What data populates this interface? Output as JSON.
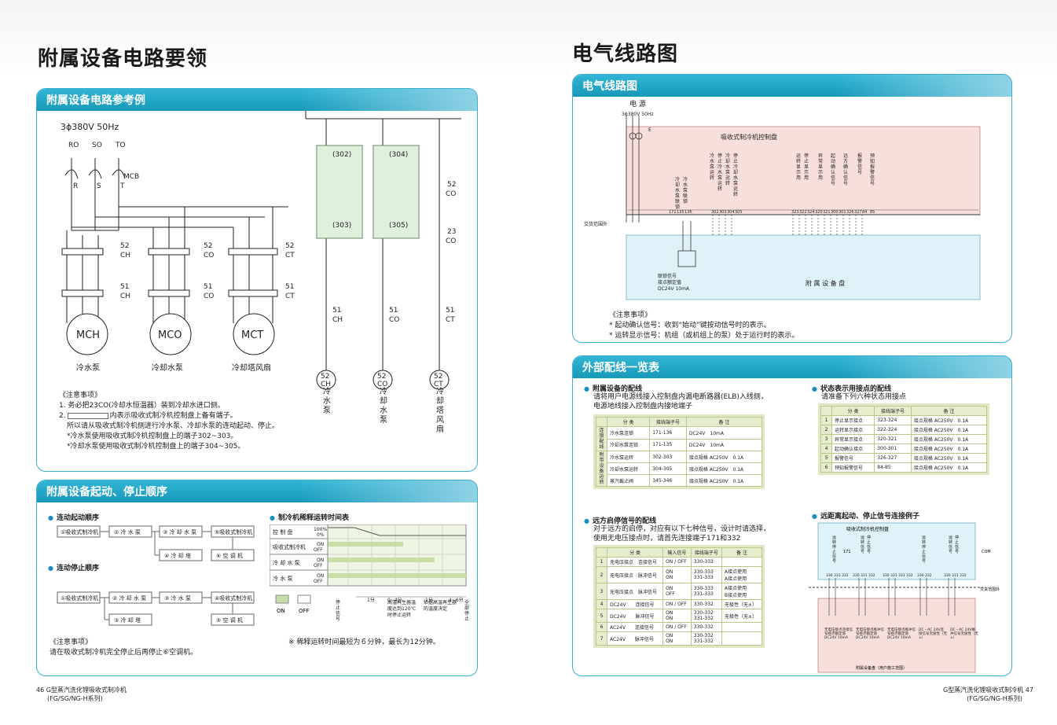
{
  "left": {
    "title": "附属设备电路要领",
    "section1": {
      "header": "附属设备电路参考例",
      "power": "3ϕ380V 50Hz",
      "phases": [
        "RO",
        "SO",
        "TO"
      ],
      "mcb": "MCB",
      "rst": [
        "R",
        "S",
        "T"
      ],
      "motors": [
        {
          "code": "MCH",
          "name": "冷水泵",
          "c52": [
            "52",
            "CH"
          ],
          "c51": [
            "51",
            "CH"
          ]
        },
        {
          "code": "MCO",
          "name": "冷却水泵",
          "c52": [
            "52",
            "CO"
          ],
          "c51": [
            "51",
            "CO"
          ]
        },
        {
          "code": "MCT",
          "name": "冷却塔风扇",
          "c52": [
            "52",
            "CT"
          ],
          "c51": [
            "51",
            "CT"
          ]
        }
      ],
      "ctrl": {
        "t302": "(302)",
        "t303": "(303)",
        "t304": "(304)",
        "t305": "(305)",
        "c52co": [
          "52",
          "CO"
        ],
        "c23co": [
          "23",
          "CO"
        ],
        "ol": [
          [
            "51",
            "CH"
          ],
          [
            "51",
            "CO"
          ],
          [
            "51",
            "CT"
          ]
        ],
        "coils": [
          [
            "52",
            "CH"
          ],
          [
            "52",
            "CO"
          ],
          [
            "52",
            "CT"
          ]
        ],
        "labels": [
          "冷水泵",
          "冷却水泵",
          "冷却塔风扇"
        ]
      },
      "notes_title": "《注意事项》",
      "notes": [
        "1. 务必把23CO(冷却水恒温器）装到冷却水进口侧。",
        "2.",
        "内表示吸收式制冷机控制盘上备有端子。",
        "所以请从吸收式制冷机侧进行冷水泵、冷却水泵的连动起动、停止。",
        "*冷水泵使用吸收式制冷机控制盘上的端子302~303。",
        "*冷却水泵使用吸收式制冷机控制盘上的端子304~305。"
      ]
    },
    "section2": {
      "header": "附属设备起动、停止顺序",
      "start_title": "连动起动顺序",
      "start_steps": [
        "①吸收式制冷机",
        "② 冷 水 泵",
        "③ 冷 却 水 泵",
        "⑤吸收式制冷机",
        "④ 冷 却 塔",
        "⑥ 空 调 机"
      ],
      "stop_title": "连动停止顺序",
      "stop_steps": [
        "①吸收式制冷机",
        "② 冷 却 水 泵",
        "③ 冷 水 泵",
        "④吸收式制冷机",
        "③ 冷 却 塔",
        "⑤ 空 调 机"
      ],
      "chart_title": "制冷机稀释运转时间表",
      "rows": [
        "控 制 盘",
        "吸收式制冷机",
        "冷 却 水 泵",
        "冷 水 泵"
      ],
      "row_states": [
        [
          "100%",
          "0%"
        ],
        [
          "ON",
          "OFF"
        ],
        [
          "ON",
          "OFF"
        ],
        [
          "ON",
          "OFF"
        ]
      ],
      "legend": [
        "ON",
        "OFF"
      ],
      "stop_sig": "停止信号",
      "t1": "1分",
      "t2": "0~4分",
      "t2_desc": "高温再生器温度达到120℃时停止运转",
      "t3": "1分",
      "t4": "4~6分",
      "t4_desc": "依据高温再生器的温度决定",
      "end": "全部停止",
      "notes_title": "《注意事项》",
      "note": "请在吸收式制冷机完全停止后再停止⑥空调机。",
      "dilution_note": "※ 稀释运转时间最短为６分钟，最长为12分钟。"
    },
    "footer": {
      "page": "46",
      "line1": "G型蒸汽洗化锂吸收式制冷机",
      "line2": "(FG/SG/NG-H系列)"
    }
  },
  "right": {
    "title": "电气线路图",
    "section1": {
      "header": "电气线路图",
      "power_title": "电 源",
      "power_spec": "3ϕ380V  50Hz",
      "earth": "E",
      "panel_title": "吸收式制冷机控制盘",
      "signals_a": [
        "冷水泵运转",
        "停止冷水泵运转",
        "冷却水泵运转",
        "停止冷却水泵运转"
      ],
      "signals_b": [
        "冷却水泵联锁",
        "冷水泵联锁"
      ],
      "signals_c": [
        "运转显示用",
        "停止显示用",
        "异常显示用",
        "起动确认信号",
        "远方确认信号",
        "报警信号",
        "预知报警信号"
      ],
      "terminals": [
        "171",
        "135",
        "136",
        "302",
        "303",
        "304",
        "305",
        "323",
        "322",
        "324",
        "320",
        "321",
        "300",
        "301",
        "326",
        "327",
        "84",
        "85"
      ],
      "delivery": "交货范围外",
      "ext_panel": "附 属 设 备 盘",
      "interlock": [
        "联锁信号",
        "接点额定值",
        "DC24V   10mA"
      ],
      "notes_title": "《注意事项》",
      "notes": [
        "* 起动确认信号：收到“始动”键按动信号时的表示。",
        "* 运转显示信号：机组（或机组上的泵）处于运行时的表示。"
      ]
    },
    "section2": {
      "header": "外部配线一览表",
      "aux_title": "附属设备的配线",
      "aux_desc": [
        "请将用户电源线接入控制盘内漏电断路器(ELB)入线侧，",
        "电源地线接入控制盘内接地端子"
      ],
      "aux_head": [
        "分 类",
        "接线端子号",
        "备 注"
      ],
      "aux_groups": [
        "连锁配线",
        "附带设备运转"
      ],
      "aux_rows": [
        {
          "name": "冷水泵连锁",
          "term": "171-136",
          "note": "DC24V　10mA"
        },
        {
          "name": "冷却水泵连锁",
          "term": "171-135",
          "note": "DC24V　10mA"
        },
        {
          "name": "冷水泵运转",
          "term": "302-303",
          "note": "接点规格 AC250V　0.1A"
        },
        {
          "name": "冷却水泵运转",
          "term": "304-305",
          "note": "接点规格 AC250V　0.1A"
        },
        {
          "name": "蒸汽截止阀",
          "term": "345-346",
          "note": "接点规格 AC250V　0.1A"
        }
      ],
      "remote_title": "远方启停信号的配线",
      "remote_desc": [
        "对于远方的启停，对应有以下七种信号，设计时请选择，",
        "使用无电压接点时，请首先连接端子171和332"
      ],
      "remote_head": [
        "分 类",
        "输入信号",
        "接线端子号",
        "备 注"
      ],
      "remote_rows": [
        {
          "no": "1",
          "kind": "无电压接点　连接信号",
          "sig": [
            "ON / OFF"
          ],
          "term": [
            "330-333"
          ],
          "note": [
            ""
          ]
        },
        {
          "no": "2",
          "kind": "无电压接点　脉冲信号",
          "sig": [
            "ON",
            "ON"
          ],
          "term": [
            "330-333",
            "331-333"
          ],
          "note": [
            "A接点使用",
            "A接点使用"
          ]
        },
        {
          "no": "3",
          "kind": "无电压接点　脉冲信号",
          "sig": [
            "ON",
            "OFF"
          ],
          "term": [
            "330-333",
            "331-333"
          ],
          "note": [
            "A接点使用",
            "B接点使用"
          ]
        },
        {
          "no": "4",
          "kind": "DC24V　　连接信号",
          "sig": [
            "ON / OFF"
          ],
          "term": [
            "330-332"
          ],
          "note": [
            "无极性（无±）"
          ]
        },
        {
          "no": "5",
          "kind": "DC24V　　脉冲信号",
          "sig": [
            "ON",
            "ON"
          ],
          "term": [
            "330-332",
            "331-332"
          ],
          "note": [
            "无极性（无±）",
            ""
          ]
        },
        {
          "no": "6",
          "kind": "AC24V　　连接信号",
          "sig": [
            "ON / OFF"
          ],
          "term": [
            "330-332"
          ],
          "note": [
            ""
          ]
        },
        {
          "no": "7",
          "kind": "AC24V　　脉冲信号",
          "sig": [
            "ON",
            "ON"
          ],
          "term": [
            "330-332",
            "331-332"
          ],
          "note": [
            "",
            ""
          ]
        }
      ],
      "status_title": "状态表示用接点的配线",
      "status_desc": "请准备下列六种状态用接点",
      "status_head": [
        "分 类",
        "接线端子号",
        "备 注"
      ],
      "status_rows": [
        {
          "no": "1",
          "name": "停止显示接点",
          "term": "323-324",
          "note": "接点规格 AC250V　0.1A"
        },
        {
          "no": "2",
          "name": "运转显示接点",
          "term": "322-324",
          "note": "接点规格 AC250V　0.1A"
        },
        {
          "no": "3",
          "name": "异常显示接点",
          "term": "320-321",
          "note": "接点规格 AC250V　0.1A"
        },
        {
          "no": "4",
          "name": "起动确认接点",
          "term": "300-301",
          "note": "接点规格 AC250V　0.1A"
        },
        {
          "no": "5",
          "name": "报警信号",
          "term": "326-327",
          "note": "接点规格 AC250V　0.1A"
        },
        {
          "no": "6",
          "name": "预知报警信号",
          "term": "84-85",
          "note": "接点规格 AC250V　0.1A"
        }
      ],
      "remote_ex_title": "远距离起动、停止信号连接例子",
      "remote_ex_panel": "吸收式制冷机控制盘",
      "remote_ex_cols": [
        "运转停止信号",
        "运转信号",
        "停止信号",
        "运转停止信号",
        "运转信号",
        "停止信号"
      ],
      "remote_ex_terms": [
        "330",
        "333",
        "332",
        "330",
        "331",
        "332",
        "330",
        "331",
        "333",
        "332",
        "330",
        "332",
        "330",
        "331",
        "332"
      ],
      "remote_ex_com": "COM",
      "remote_ex_171": "171",
      "remote_ex_supply": "交货范围外",
      "remote_ex_bottom": [
        "无电压接点连接信号接点额定值DC24V 10mA",
        "无电压接点脉冲信号接点额定值DC24V 10mA",
        "无电压接点脉冲信号接点额定值DC24V 10mA",
        "DC・AC 24V连接信号无极性（无±）",
        "DC・AC 24V脉冲信号无极性（无±）"
      ],
      "remote_ex_footer": "附属设备盘（用户施工范围）"
    },
    "footer": {
      "page": "47",
      "line1": "G型蒸汽洗化锂吸收式制冷机",
      "line2": "(FG/SG/NG-H系列)"
    }
  },
  "colors": {
    "accent": "#1798ba",
    "panel_pink": "#f7e0dc",
    "panel_blue": "#def2f7",
    "table_green": "#dfe8c2"
  }
}
